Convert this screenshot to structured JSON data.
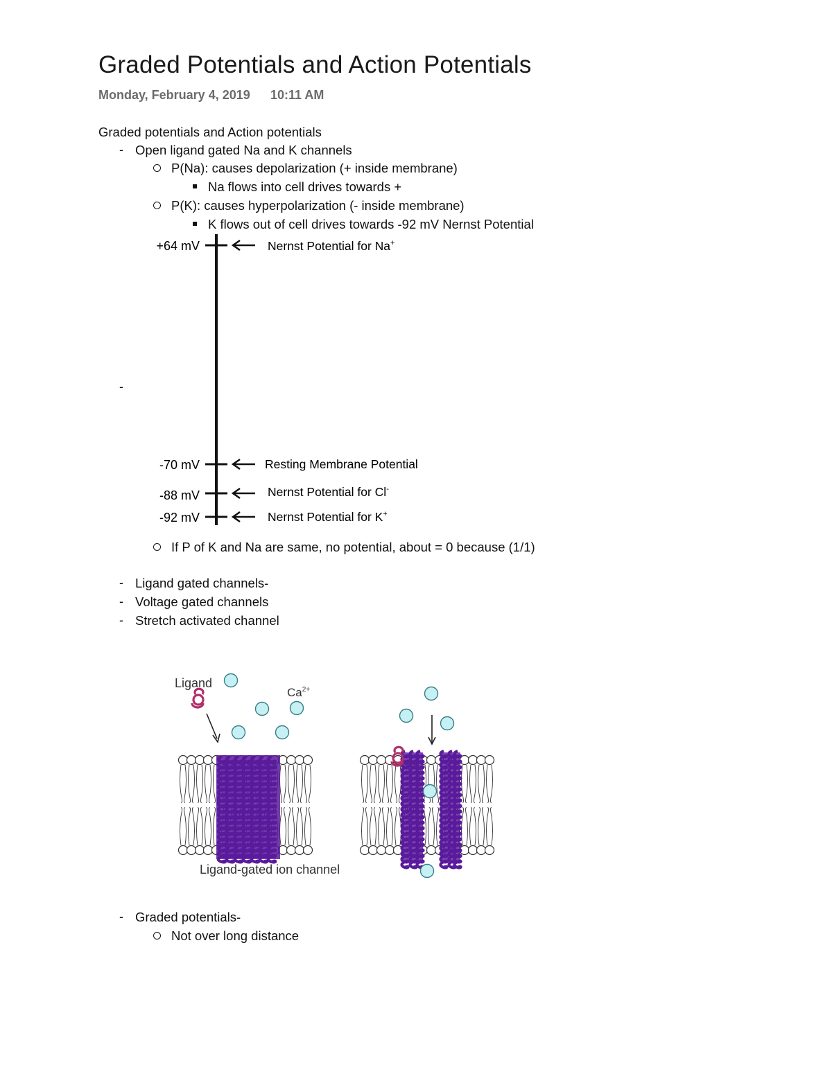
{
  "page": {
    "title": "Graded Potentials and Action Potentials",
    "date": "Monday, February 4, 2019",
    "time": "10:11 AM"
  },
  "notes": {
    "heading": "Graded potentials and Action potentials",
    "item1": "Open ligand gated Na and K channels",
    "item1_sub1": "P(Na): causes depolarization (+ inside membrane)",
    "item1_sub1_sub": "Na flows into cell drives towards +",
    "item1_sub2": "P(K): causes hyperpolarization (- inside membrane)",
    "item1_sub2_sub": "K flows out of cell drives towards -92 mV Nernst Potential",
    "item2_dash": "-",
    "item2_sub": "If P of K and Na are same, no potential, about = 0 because (1/1)",
    "item3": "Ligand gated channels-",
    "item4": "Voltage gated channels",
    "item5": "Stretch activated channel",
    "item6": "Graded potentials-",
    "item6_sub": "Not over long distance"
  },
  "scale_diagram": {
    "ticks": [
      {
        "value": "+64 mV",
        "label": "Nernst Potential for Na",
        "sup": "+"
      },
      {
        "value": "-70 mV",
        "label": "Resting Membrane Potential",
        "sup": ""
      },
      {
        "value": "-88 mV",
        "label": "Nernst Potential for Cl",
        "sup": "-"
      },
      {
        "value": "-92 mV",
        "label": "Nernst Potential for K",
        "sup": "+"
      }
    ]
  },
  "channel_figure": {
    "ligand_label": "Ligand",
    "ion_label": "Ca",
    "ion_sup": "2+",
    "caption": "Ligand-gated ion channel",
    "colors": {
      "protein": "#5a1a9c",
      "ligand": "#b0306a",
      "ion_fill": "#c6f1f4",
      "ion_stroke": "#3a7d86"
    }
  }
}
